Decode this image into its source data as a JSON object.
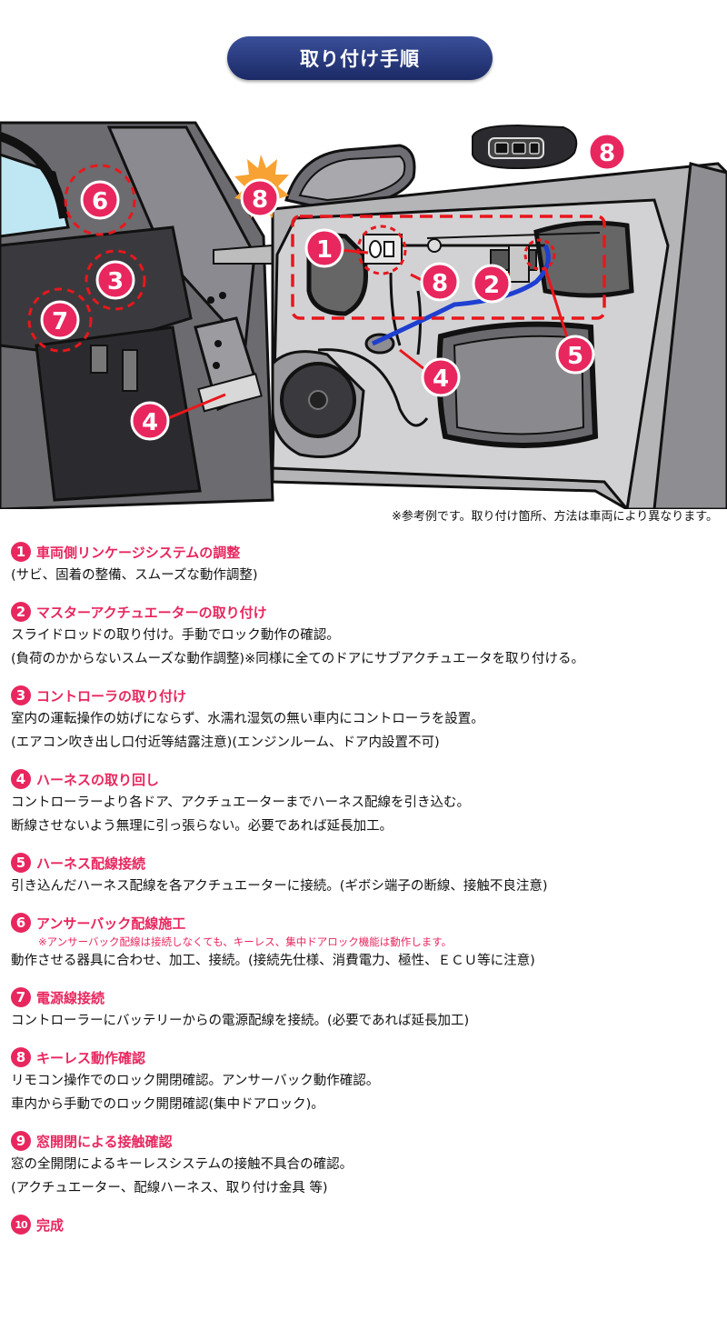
{
  "header": {
    "title": "取り付け手順"
  },
  "illustration": {
    "badges": [
      "1",
      "2",
      "3",
      "4",
      "4",
      "5",
      "6",
      "7",
      "8",
      "8",
      "8"
    ]
  },
  "note": "※参考例です。取り付け箇所、方法は車両により異なります。",
  "steps": [
    {
      "num": "1",
      "title": "車両側リンケージシステムの調整",
      "lines": [
        "(サビ、固着の整備、スムーズな動作調整)"
      ]
    },
    {
      "num": "2",
      "title": "マスターアクチュエーターの取り付け",
      "lines": [
        "スライドロッドの取り付け。手動でロック動作の確認。",
        "(負荷のかからないスムーズな動作調整)※同様に全てのドアにサブアクチュエータを取り付ける。"
      ]
    },
    {
      "num": "3",
      "title": "コントローラの取り付け",
      "lines": [
        "室内の運転操作の妨げにならず、水濡れ湿気の無い車内にコントローラを設置。",
        "(エアコン吹き出し口付近等結露注意)(エンジンルーム、ドア内設置不可)"
      ]
    },
    {
      "num": "4",
      "title": "ハーネスの取り回し",
      "lines": [
        "コントローラーより各ドア、アクチュエーターまでハーネス配線を引き込む。",
        "断線させないよう無理に引っ張らない。必要であれば延長加工。"
      ]
    },
    {
      "num": "5",
      "title": "ハーネス配線接続",
      "lines": [
        "引き込んだハーネス配線を各アクチュエーターに接続。(ギボシ端子の断線、接触不良注意)"
      ]
    },
    {
      "num": "6",
      "title": "アンサーバック配線施工",
      "note": "※アンサーバック配線は接続しなくても、キーレス、集中ドアロック機能は動作します。",
      "lines": [
        "動作させる器具に合わせ、加工、接続。(接続先仕様、消費電力、極性、ＥＣＵ等に注意)"
      ]
    },
    {
      "num": "7",
      "title": "電源線接続",
      "lines": [
        "コントローラーにバッテリーからの電源配線を接続。(必要であれば延長加工)"
      ]
    },
    {
      "num": "8",
      "title": "キーレス動作確認",
      "lines": [
        "リモコン操作でのロック開閉確認。アンサーバック動作確認。",
        "車内から手動でのロック開閉確認(集中ドアロック)。"
      ]
    },
    {
      "num": "9",
      "title": "窓開閉による接触確認",
      "lines": [
        "窓の全開閉によるキーレスシステムの接触不具合の確認。",
        "(アクチュエーター、配線ハーネス、取り付け金具 等)"
      ]
    },
    {
      "num": "10",
      "title": "完成",
      "lines": []
    }
  ],
  "colors": {
    "accent": "#e8275f",
    "title_bg": "#1b2a66",
    "harness": "#1e3fd0"
  }
}
